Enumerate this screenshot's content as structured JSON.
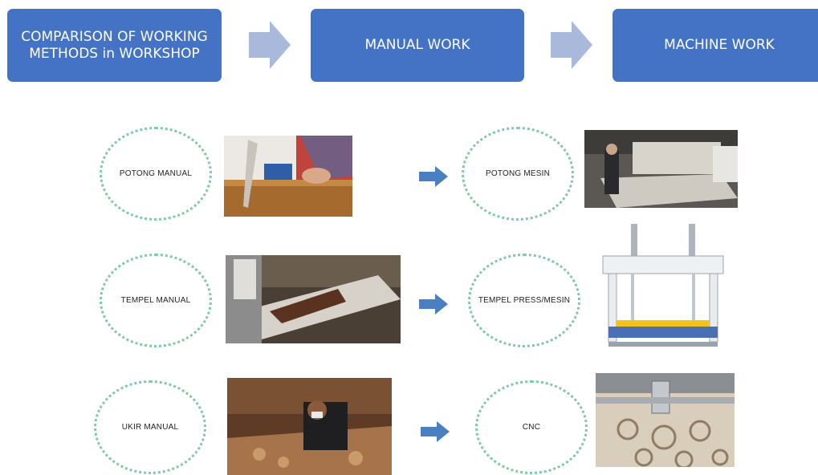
{
  "header": {
    "box1": "COMPARISON OF WORKING METHODS in WORKSHOP",
    "box2": "MANUAL WORK",
    "box3": "MACHINE WORK"
  },
  "rows": [
    {
      "manual": "POTONG MANUAL",
      "machine": "POTONG MESIN"
    },
    {
      "manual": "TEMPEL MANUAL",
      "machine": "TEMPEL PRESS/MESIN"
    },
    {
      "manual": "UKIR MANUAL",
      "machine": "CNC"
    }
  ],
  "colors": {
    "box": "#4472c4",
    "header_arrow": "#a9b9dc",
    "small_arrow": "#4a7fc1",
    "circle_dots": "#7ec9a6"
  },
  "icons": [
    "right-arrow-icon"
  ]
}
